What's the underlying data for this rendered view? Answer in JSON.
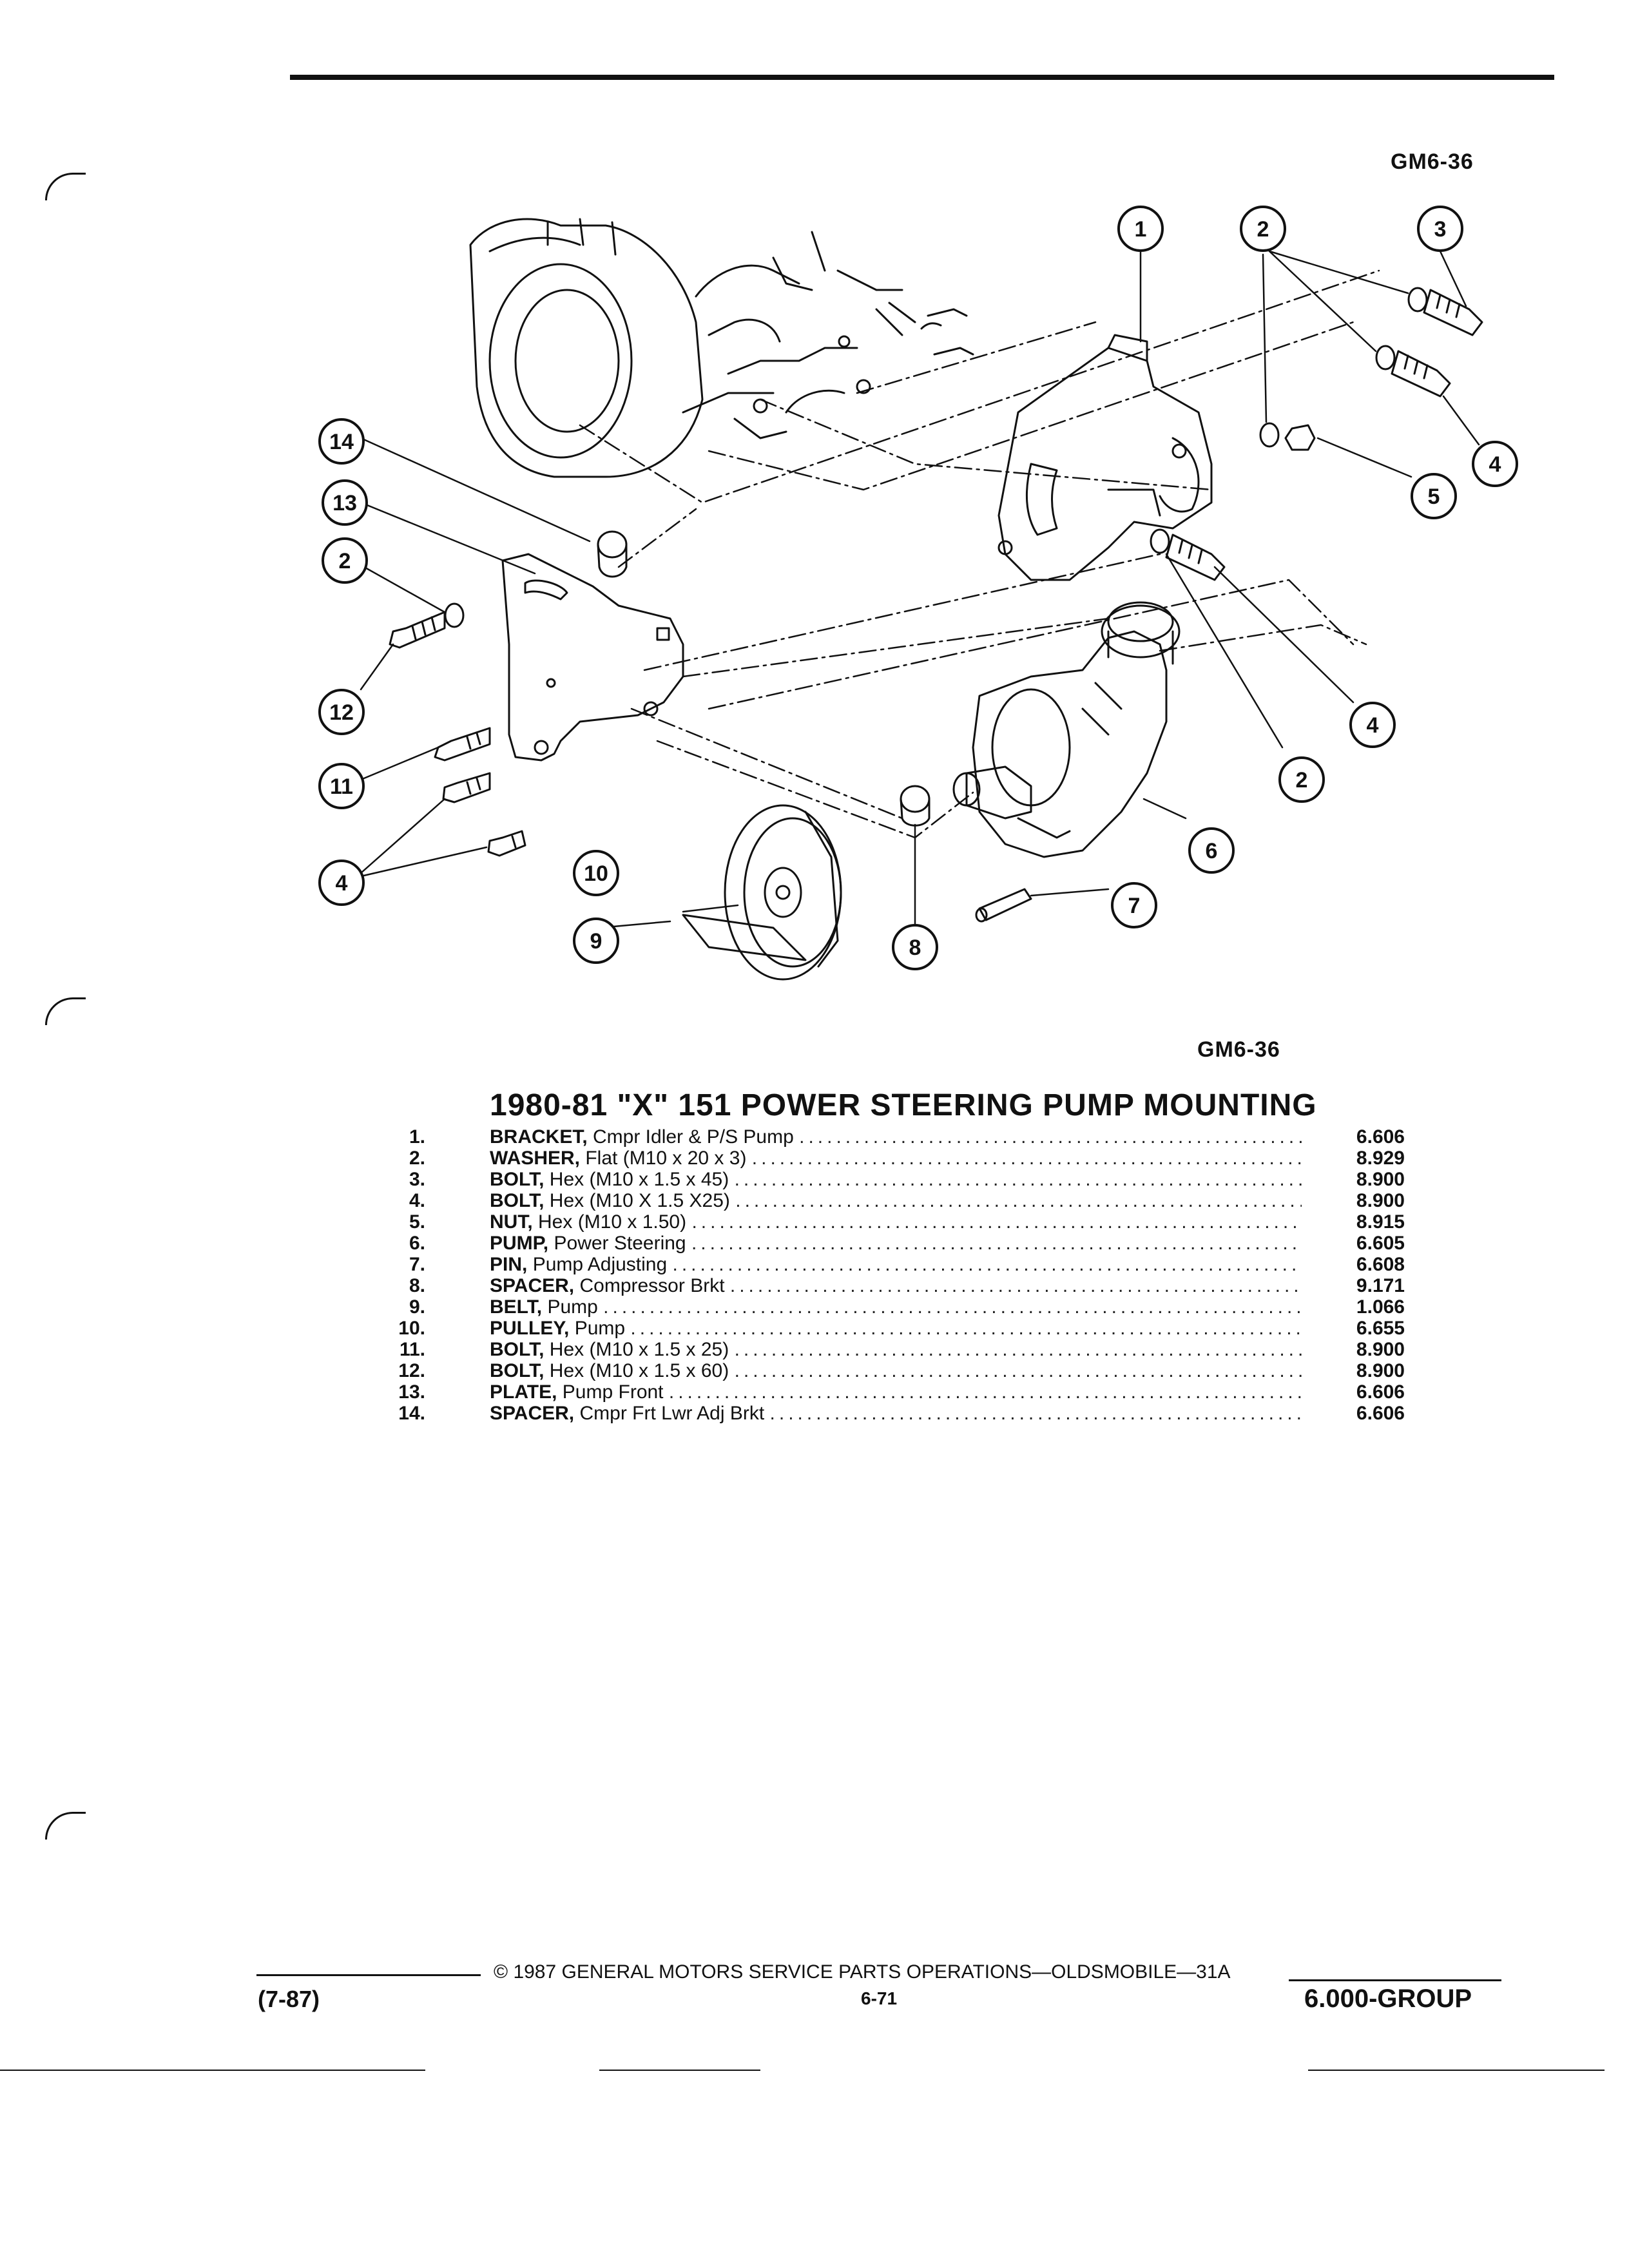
{
  "figure_code_top": "GM6-36",
  "figure_code_bottom": "GM6-36",
  "callouts": [
    "1",
    "2",
    "3",
    "4",
    "5",
    "6",
    "7",
    "8",
    "9",
    "10",
    "11",
    "12",
    "13",
    "14"
  ],
  "title": "1980-81 \"X\" 151 POWER STEERING PUMP MOUNTING",
  "parts": [
    {
      "no": "1.",
      "name": "BRACKET,",
      "desc": "Cmpr Idler & P/S Pump",
      "group": "6.606"
    },
    {
      "no": "2.",
      "name": "WASHER,",
      "desc": "Flat (M10 x 20 x 3)",
      "group": "8.929"
    },
    {
      "no": "3.",
      "name": "BOLT,",
      "desc": "Hex (M10 x 1.5 x 45)",
      "group": "8.900"
    },
    {
      "no": "4.",
      "name": "BOLT,",
      "desc": "Hex (M10 X 1.5 X25)",
      "group": "8.900"
    },
    {
      "no": "5.",
      "name": "NUT,",
      "desc": "Hex (M10 x 1.50)",
      "group": "8.915"
    },
    {
      "no": "6.",
      "name": "PUMP,",
      "desc": "Power Steering",
      "group": "6.605"
    },
    {
      "no": "7.",
      "name": "PIN,",
      "desc": "Pump Adjusting",
      "group": "6.608"
    },
    {
      "no": "8.",
      "name": "SPACER,",
      "desc": "Compressor Brkt",
      "group": "9.171"
    },
    {
      "no": "9.",
      "name": "BELT,",
      "desc": "Pump",
      "group": "1.066"
    },
    {
      "no": "10.",
      "name": "PULLEY,",
      "desc": "Pump",
      "group": "6.655"
    },
    {
      "no": "11.",
      "name": "BOLT,",
      "desc": "Hex (M10 x 1.5 x 25)",
      "group": "8.900"
    },
    {
      "no": "12.",
      "name": "BOLT,",
      "desc": "Hex (M10 x 1.5 x 60)",
      "group": "8.900"
    },
    {
      "no": "13.",
      "name": "PLATE,",
      "desc": "Pump Front",
      "group": "6.606"
    },
    {
      "no": "14.",
      "name": "SPACER,",
      "desc": "Cmpr Frt Lwr Adj Brkt",
      "group": "6.606"
    }
  ],
  "footer": {
    "date": "(7-87)",
    "copyright": "© 1987 GENERAL MOTORS SERVICE PARTS OPERATIONS—OLDSMOBILE—31A",
    "page": "6-71",
    "group": "6.000-GROUP"
  }
}
